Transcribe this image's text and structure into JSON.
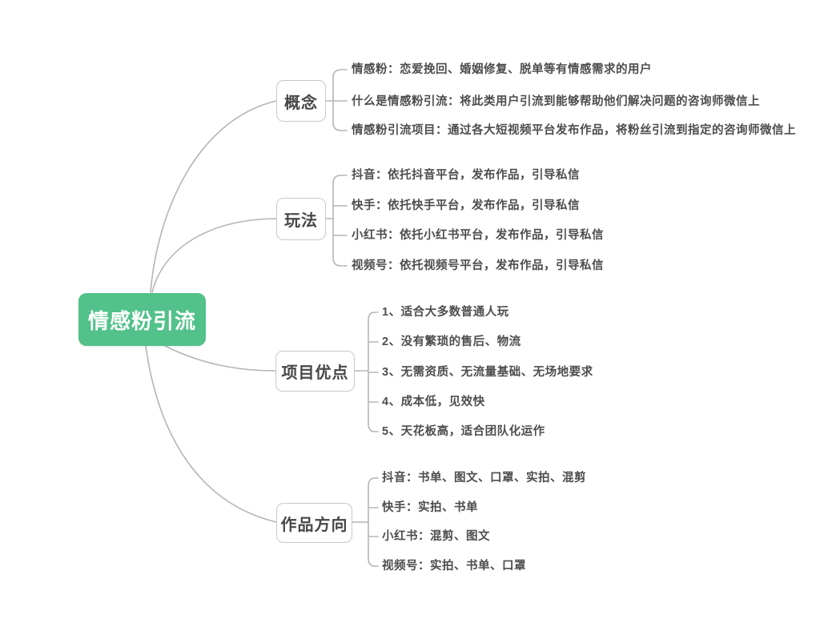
{
  "root": {
    "label": "情感粉引流"
  },
  "branches": [
    {
      "label": "概念",
      "leaves": [
        "情感粉：恋爱挽回、婚姻修复、脱单等有情感需求的用户",
        "什么是情感粉引流：将此类用户引流到能够帮助他们解决问题的咨询师微信上",
        "情感粉引流项目：通过各大短视频平台发布作品，将粉丝引流到指定的咨询师微信上"
      ]
    },
    {
      "label": "玩法",
      "leaves": [
        "抖音：依托抖音平台，发布作品，引导私信",
        "快手：依托快手平台，发布作品，引导私信",
        "小红书：依托小红书平台，发布作品，引导私信",
        "视频号：依托视频号平台，发布作品，引导私信"
      ]
    },
    {
      "label": "项目优点",
      "leaves": [
        "1、适合大多数普通人玩",
        "2、没有繁琐的售后、物流",
        "3、无需资质、无流量基础、无场地要求",
        "4、成本低，见效快",
        "5、天花板高，适合团队化运作"
      ]
    },
    {
      "label": "作品方向",
      "leaves": [
        "抖音：书单、图文、口罩、实拍、混剪",
        "快手：实拍、书单",
        "小红书：混剪、图文",
        "视频号：实拍、书单、口罩"
      ]
    }
  ],
  "colors": {
    "root_bg": "#52C18A",
    "root_text": "#FFFFFF",
    "node_border": "#C9C9C9",
    "node_text": "#474747",
    "leaf_text": "#4D4D4D",
    "connector": "#B5B5B5",
    "background": "#FFFFFF"
  }
}
